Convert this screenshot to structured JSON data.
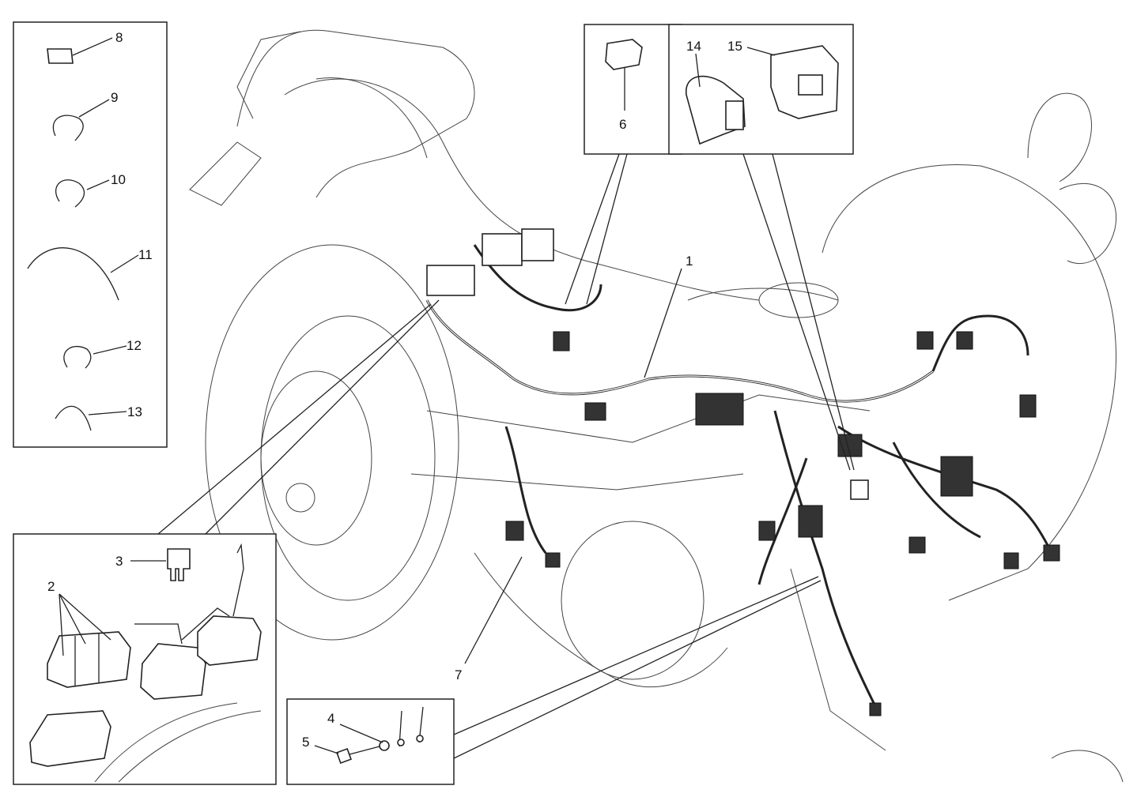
{
  "diagram": {
    "title": "Wiring harness exploded parts diagram",
    "callouts": {
      "c1": "1",
      "c2": "2",
      "c3": "3",
      "c4": "4",
      "c5": "5",
      "c6": "6",
      "c7": "7",
      "c8": "8",
      "c9": "9",
      "c10": "10",
      "c11": "11",
      "c12": "12",
      "c13": "13",
      "c14": "14",
      "c15": "15"
    }
  }
}
